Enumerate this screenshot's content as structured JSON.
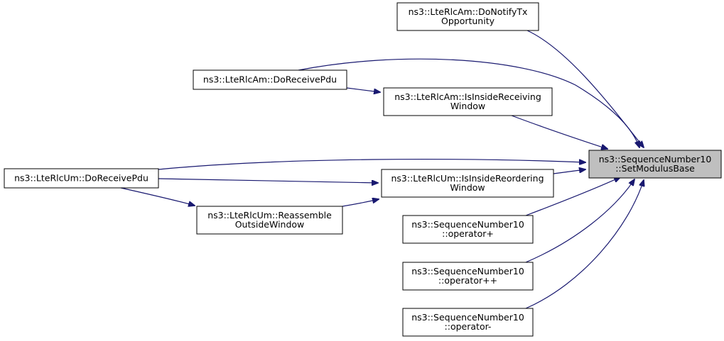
{
  "graph": {
    "edge_color": "#191970",
    "node_fill": "#ffffff",
    "focus_fill": "#bfbfbf",
    "nodes": [
      {
        "id": "focus",
        "lines": [
          "ns3::SequenceNumber10",
          "::SetModulusBase"
        ],
        "focus": true
      },
      {
        "id": "am_donotify",
        "lines": [
          "ns3::LteRlcAm::DoNotifyTx",
          "Opportunity"
        ]
      },
      {
        "id": "am_receivepdu",
        "lines": [
          "ns3::LteRlcAm::DoReceivePdu"
        ]
      },
      {
        "id": "am_isinside",
        "lines": [
          "ns3::LteRlcAm::IsInsideReceiving",
          "Window"
        ]
      },
      {
        "id": "um_receivepdu",
        "lines": [
          "ns3::LteRlcUm::DoReceivePdu"
        ]
      },
      {
        "id": "um_isinside",
        "lines": [
          "ns3::LteRlcUm::IsInsideReordering",
          "Window"
        ]
      },
      {
        "id": "um_reassemble",
        "lines": [
          "ns3::LteRlcUm::Reassemble",
          "OutsideWindow"
        ]
      },
      {
        "id": "sn_plus",
        "lines": [
          "ns3::SequenceNumber10",
          "::operator+"
        ]
      },
      {
        "id": "sn_plusplus",
        "lines": [
          "ns3::SequenceNumber10",
          "::operator++"
        ]
      },
      {
        "id": "sn_minus",
        "lines": [
          "ns3::SequenceNumber10",
          "::operator-"
        ]
      }
    ],
    "edges": [
      {
        "from": "am_donotify",
        "to": "focus"
      },
      {
        "from": "am_receivepdu",
        "to": "focus"
      },
      {
        "from": "am_receivepdu",
        "to": "am_isinside"
      },
      {
        "from": "am_isinside",
        "to": "focus"
      },
      {
        "from": "um_receivepdu",
        "to": "focus"
      },
      {
        "from": "um_receivepdu",
        "to": "um_isinside"
      },
      {
        "from": "um_reassemble",
        "to": "um_isinside"
      },
      {
        "from": "um_isinside",
        "to": "focus"
      },
      {
        "from": "um_receivepdu",
        "to": "um_reassemble"
      },
      {
        "from": "sn_plus",
        "to": "focus"
      },
      {
        "from": "sn_plusplus",
        "to": "focus"
      },
      {
        "from": "sn_minus",
        "to": "focus"
      }
    ]
  }
}
